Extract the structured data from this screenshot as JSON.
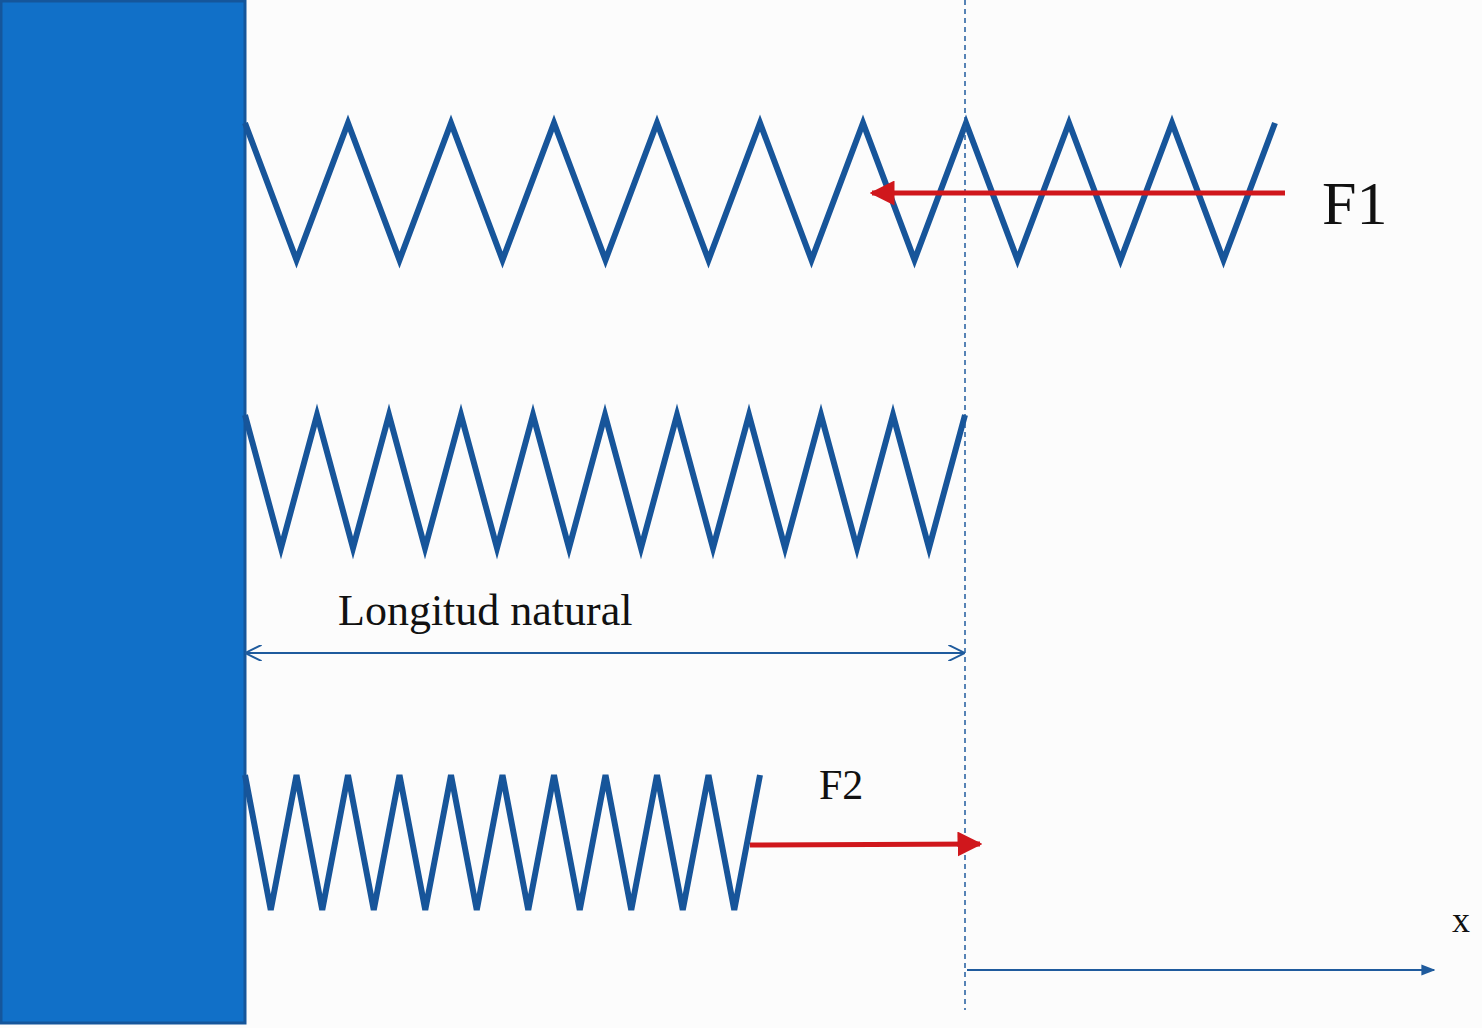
{
  "diagram": {
    "labels": [
      "F1",
      "F2",
      "Longitud natural",
      "x"
    ]
  }
}
